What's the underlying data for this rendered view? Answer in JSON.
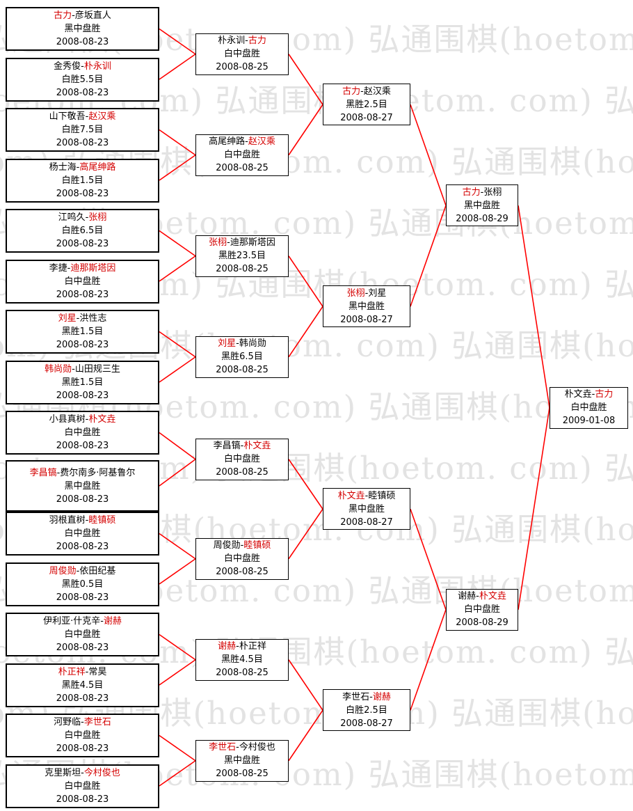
{
  "page": {
    "watermark_text": "弘通围棋(hoetom. com)",
    "colors": {
      "winner_name": "#d40000",
      "connector_line": "#ff0000",
      "box_border": "#000000",
      "watermark": "#e3e3e3",
      "background": "#ffffff"
    }
  },
  "bracket": {
    "rounds": [
      {
        "matches": [
          {
            "player1": "古力",
            "player1_winner": true,
            "player2": "彦坂直人",
            "player2_winner": false,
            "result": "黑中盘胜",
            "date": "2008-08-23"
          },
          {
            "player1": "金秀俊",
            "player1_winner": false,
            "player2": "朴永训",
            "player2_winner": true,
            "result": "白胜5.5目",
            "date": "2008-08-23"
          },
          {
            "player1": "山下敬吾",
            "player1_winner": false,
            "player2": "赵汉乘",
            "player2_winner": true,
            "result": "白胜7.5目",
            "date": "2008-08-23"
          },
          {
            "player1": "杨士海",
            "player1_winner": false,
            "player2": "高尾绅路",
            "player2_winner": true,
            "result": "白胜1.5目",
            "date": "2008-08-23"
          },
          {
            "player1": "江鸣久",
            "player1_winner": false,
            "player2": "张栩",
            "player2_winner": true,
            "result": "白胜6.5目",
            "date": "2008-08-23"
          },
          {
            "player1": "李捷",
            "player1_winner": false,
            "player2": "迪那斯塔因",
            "player2_winner": true,
            "result": "白中盘胜",
            "date": "2008-08-23"
          },
          {
            "player1": "刘星",
            "player1_winner": true,
            "player2": "洪性志",
            "player2_winner": false,
            "result": "黑胜1.5目",
            "date": "2008-08-23"
          },
          {
            "player1": "韩尚勋",
            "player1_winner": true,
            "player2": "山田规三生",
            "player2_winner": false,
            "result": "黑胜1.5目",
            "date": "2008-08-23"
          },
          {
            "player1": "小县真树",
            "player1_winner": false,
            "player2": "朴文垚",
            "player2_winner": true,
            "result": "白中盘胜",
            "date": "2008-08-23"
          },
          {
            "player1": "李昌镐",
            "player1_winner": true,
            "player2": "费尔南多·阿基鲁尔",
            "player2_winner": false,
            "result": "黑中盘胜",
            "date": "2008-08-23"
          },
          {
            "player1": "羽根直树",
            "player1_winner": false,
            "player2": "睦镇硕",
            "player2_winner": true,
            "result": "白中盘胜",
            "date": "2008-08-23"
          },
          {
            "player1": "周俊勋",
            "player1_winner": true,
            "player2": "依田纪基",
            "player2_winner": false,
            "result": "黑胜0.5目",
            "date": "2008-08-23"
          },
          {
            "player1": "伊利亚·什克辛",
            "player1_winner": false,
            "player2": "谢赫",
            "player2_winner": true,
            "result": "白中盘胜",
            "date": "2008-08-23"
          },
          {
            "player1": "朴正祥",
            "player1_winner": true,
            "player2": "常昊",
            "player2_winner": false,
            "result": "黑胜4.5目",
            "date": "2008-08-23"
          },
          {
            "player1": "河野临",
            "player1_winner": false,
            "player2": "李世石",
            "player2_winner": true,
            "result": "白中盘胜",
            "date": "2008-08-23"
          },
          {
            "player1": "克里斯坦",
            "player1_winner": false,
            "player2": "今村俊也",
            "player2_winner": true,
            "result": "白中盘胜",
            "date": "2008-08-23"
          }
        ]
      },
      {
        "matches": [
          {
            "player1": "朴永训",
            "player1_winner": false,
            "player2": "古力",
            "player2_winner": true,
            "result": "白中盘胜",
            "date": "2008-08-25"
          },
          {
            "player1": "高尾绅路",
            "player1_winner": false,
            "player2": "赵汉乘",
            "player2_winner": true,
            "result": "白中盘胜",
            "date": "2008-08-25"
          },
          {
            "player1": "张栩",
            "player1_winner": true,
            "player2": "迪那斯塔因",
            "player2_winner": false,
            "result": "黑胜23.5目",
            "date": "2008-08-25"
          },
          {
            "player1": "刘星",
            "player1_winner": true,
            "player2": "韩尚勋",
            "player2_winner": false,
            "result": "黑胜6.5目",
            "date": "2008-08-25"
          },
          {
            "player1": "李昌镐",
            "player1_winner": false,
            "player2": "朴文垚",
            "player2_winner": true,
            "result": "白中盘胜",
            "date": "2008-08-25"
          },
          {
            "player1": "周俊勋",
            "player1_winner": false,
            "player2": "睦镇硕",
            "player2_winner": true,
            "result": "白中盘胜",
            "date": "2008-08-25"
          },
          {
            "player1": "谢赫",
            "player1_winner": true,
            "player2": "朴正祥",
            "player2_winner": false,
            "result": "黑胜4.5目",
            "date": "2008-08-25"
          },
          {
            "player1": "李世石",
            "player1_winner": true,
            "player2": "今村俊也",
            "player2_winner": false,
            "result": "黑中盘胜",
            "date": "2008-08-25"
          }
        ]
      },
      {
        "matches": [
          {
            "player1": "古力",
            "player1_winner": true,
            "player2": "赵汉乘",
            "player2_winner": false,
            "result": "黑胜2.5目",
            "date": "2008-08-27"
          },
          {
            "player1": "张栩",
            "player1_winner": true,
            "player2": "刘星",
            "player2_winner": false,
            "result": "黑中盘胜",
            "date": "2008-08-27"
          },
          {
            "player1": "朴文垚",
            "player1_winner": true,
            "player2": "睦镇硕",
            "player2_winner": false,
            "result": "黑中盘胜",
            "date": "2008-08-27"
          },
          {
            "player1": "李世石",
            "player1_winner": false,
            "player2": "谢赫",
            "player2_winner": true,
            "result": "白胜2.5目",
            "date": "2008-08-27"
          }
        ]
      },
      {
        "matches": [
          {
            "player1": "古力",
            "player1_winner": true,
            "player2": "张栩",
            "player2_winner": false,
            "result": "黑中盘胜",
            "date": "2008-08-29"
          },
          {
            "player1": "谢赫",
            "player1_winner": false,
            "player2": "朴文垚",
            "player2_winner": true,
            "result": "白中盘胜",
            "date": "2008-08-29"
          }
        ]
      },
      {
        "matches": [
          {
            "player1": "朴文垚",
            "player1_winner": false,
            "player2": "古力",
            "player2_winner": true,
            "result": "白中盘胜",
            "date": "2009-01-08"
          }
        ]
      }
    ]
  }
}
